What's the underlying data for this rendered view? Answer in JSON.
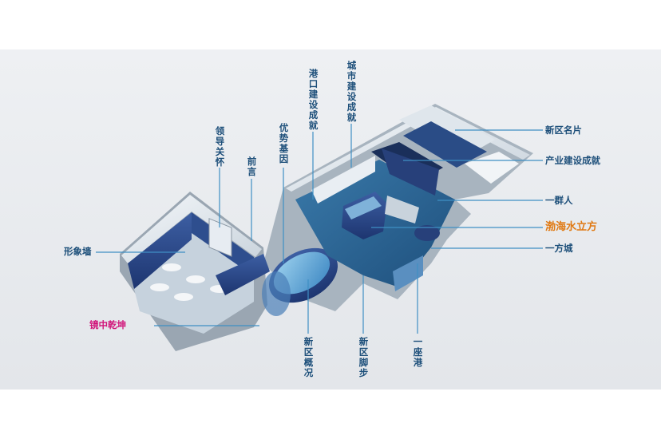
{
  "labels": {
    "xinqu_mingpian": "新区名片",
    "chanye_jianshe": "产业建设成就",
    "yi_qun_ren": "一群人",
    "bohai_shuilifang": "渤海水立方",
    "yi_fang_cheng": "一方城",
    "xingxiang_qiang": "形象墙",
    "jingzhong_qiankun": "镜中乾坤",
    "lingdao_guanhuai": "领导关怀",
    "qianyan": "前言",
    "youshi_jiyin": "优势基因",
    "gangkou_jianshe": "港口建设成就",
    "chengshi_jianshe": "城市建设成就",
    "xinqu_gaikuang": "新区概况",
    "xinqu_jiaobu": "新区脚步",
    "yi_zuo_gang": "一座港"
  },
  "colors": {
    "label_blue": "#1d4f7a",
    "label_pink": "#d1157a",
    "label_orange": "#e07a14",
    "leader_line": "#3f8fc4"
  }
}
